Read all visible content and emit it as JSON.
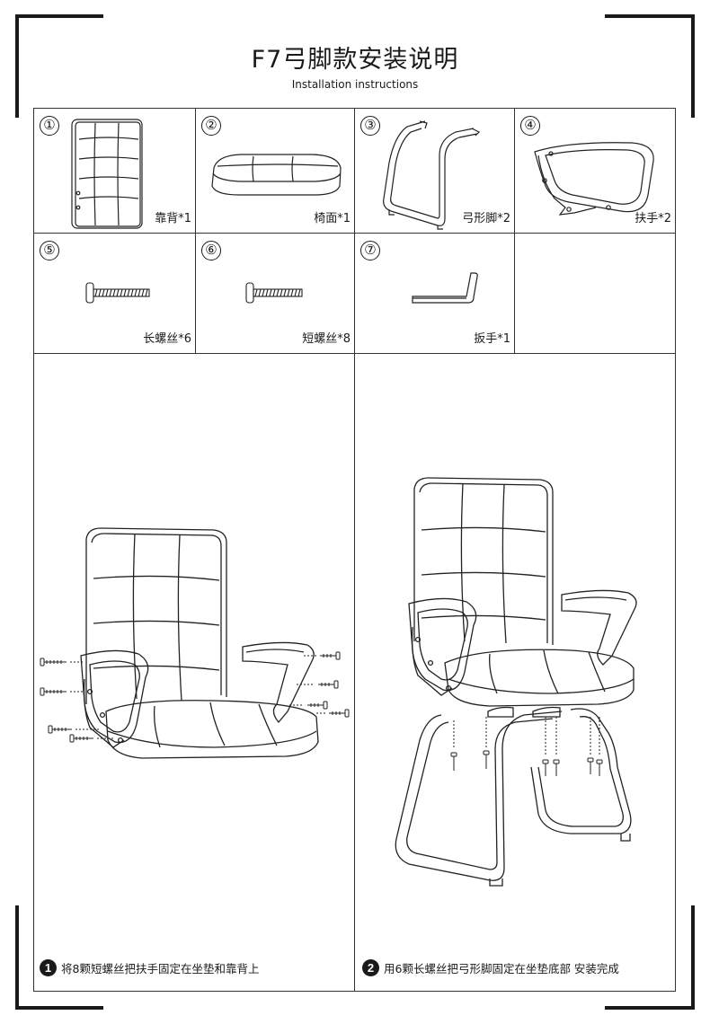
{
  "header": {
    "title": "F7弓脚款安装说明",
    "subtitle": "Installation instructions"
  },
  "parts": [
    {
      "number": "①",
      "label": "靠背*1",
      "icon": "backrest-icon"
    },
    {
      "number": "②",
      "label": "椅面*1",
      "icon": "seat-cushion-icon"
    },
    {
      "number": "③",
      "label": "弓形脚*2",
      "icon": "bow-leg-icon"
    },
    {
      "number": "④",
      "label": "扶手*2",
      "icon": "armrest-icon"
    },
    {
      "number": "⑤",
      "label": "长螺丝*6",
      "icon": "long-screw-icon"
    },
    {
      "number": "⑥",
      "label": "短螺丝*8",
      "icon": "short-screw-icon"
    },
    {
      "number": "⑦",
      "label": "扳手*1",
      "icon": "allen-wrench-icon"
    }
  ],
  "steps": [
    {
      "number": "1",
      "text": "将8颗短螺丝把扶手固定在坐垫和靠背上",
      "icon": "armrest-assembly-icon"
    },
    {
      "number": "2",
      "text": "用6颗长螺丝把弓形脚固定在坐垫底部 安装完成",
      "icon": "leg-assembly-icon"
    }
  ]
}
